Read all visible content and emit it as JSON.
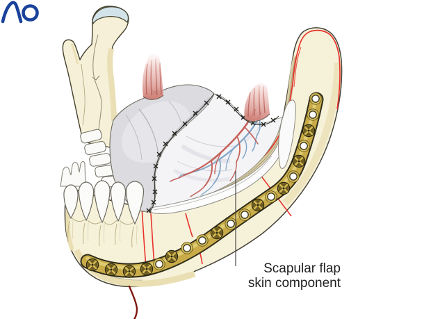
{
  "figure": {
    "label": {
      "line1": "Scapular flap",
      "line2": "skin component"
    },
    "branding": {
      "logo_text": "AO",
      "logo_color": "#1A429B"
    },
    "colors": {
      "bone": "#F6F1D9",
      "bone_outline": "#44412F",
      "condyle_cartilage": "#D2E4E9",
      "plate_gold": "#C9AC48",
      "plate_outline": "#2F2C1B",
      "graft_marking_red": "#E8332B",
      "artery": "#C4625B",
      "vein": "#84A7C7",
      "skin_paddle": "#F4F4F7",
      "mucosa_flap_gray": "#DCDCE0",
      "muscle_stump": "#D08077",
      "label_text": "#1F1F1F"
    }
  }
}
